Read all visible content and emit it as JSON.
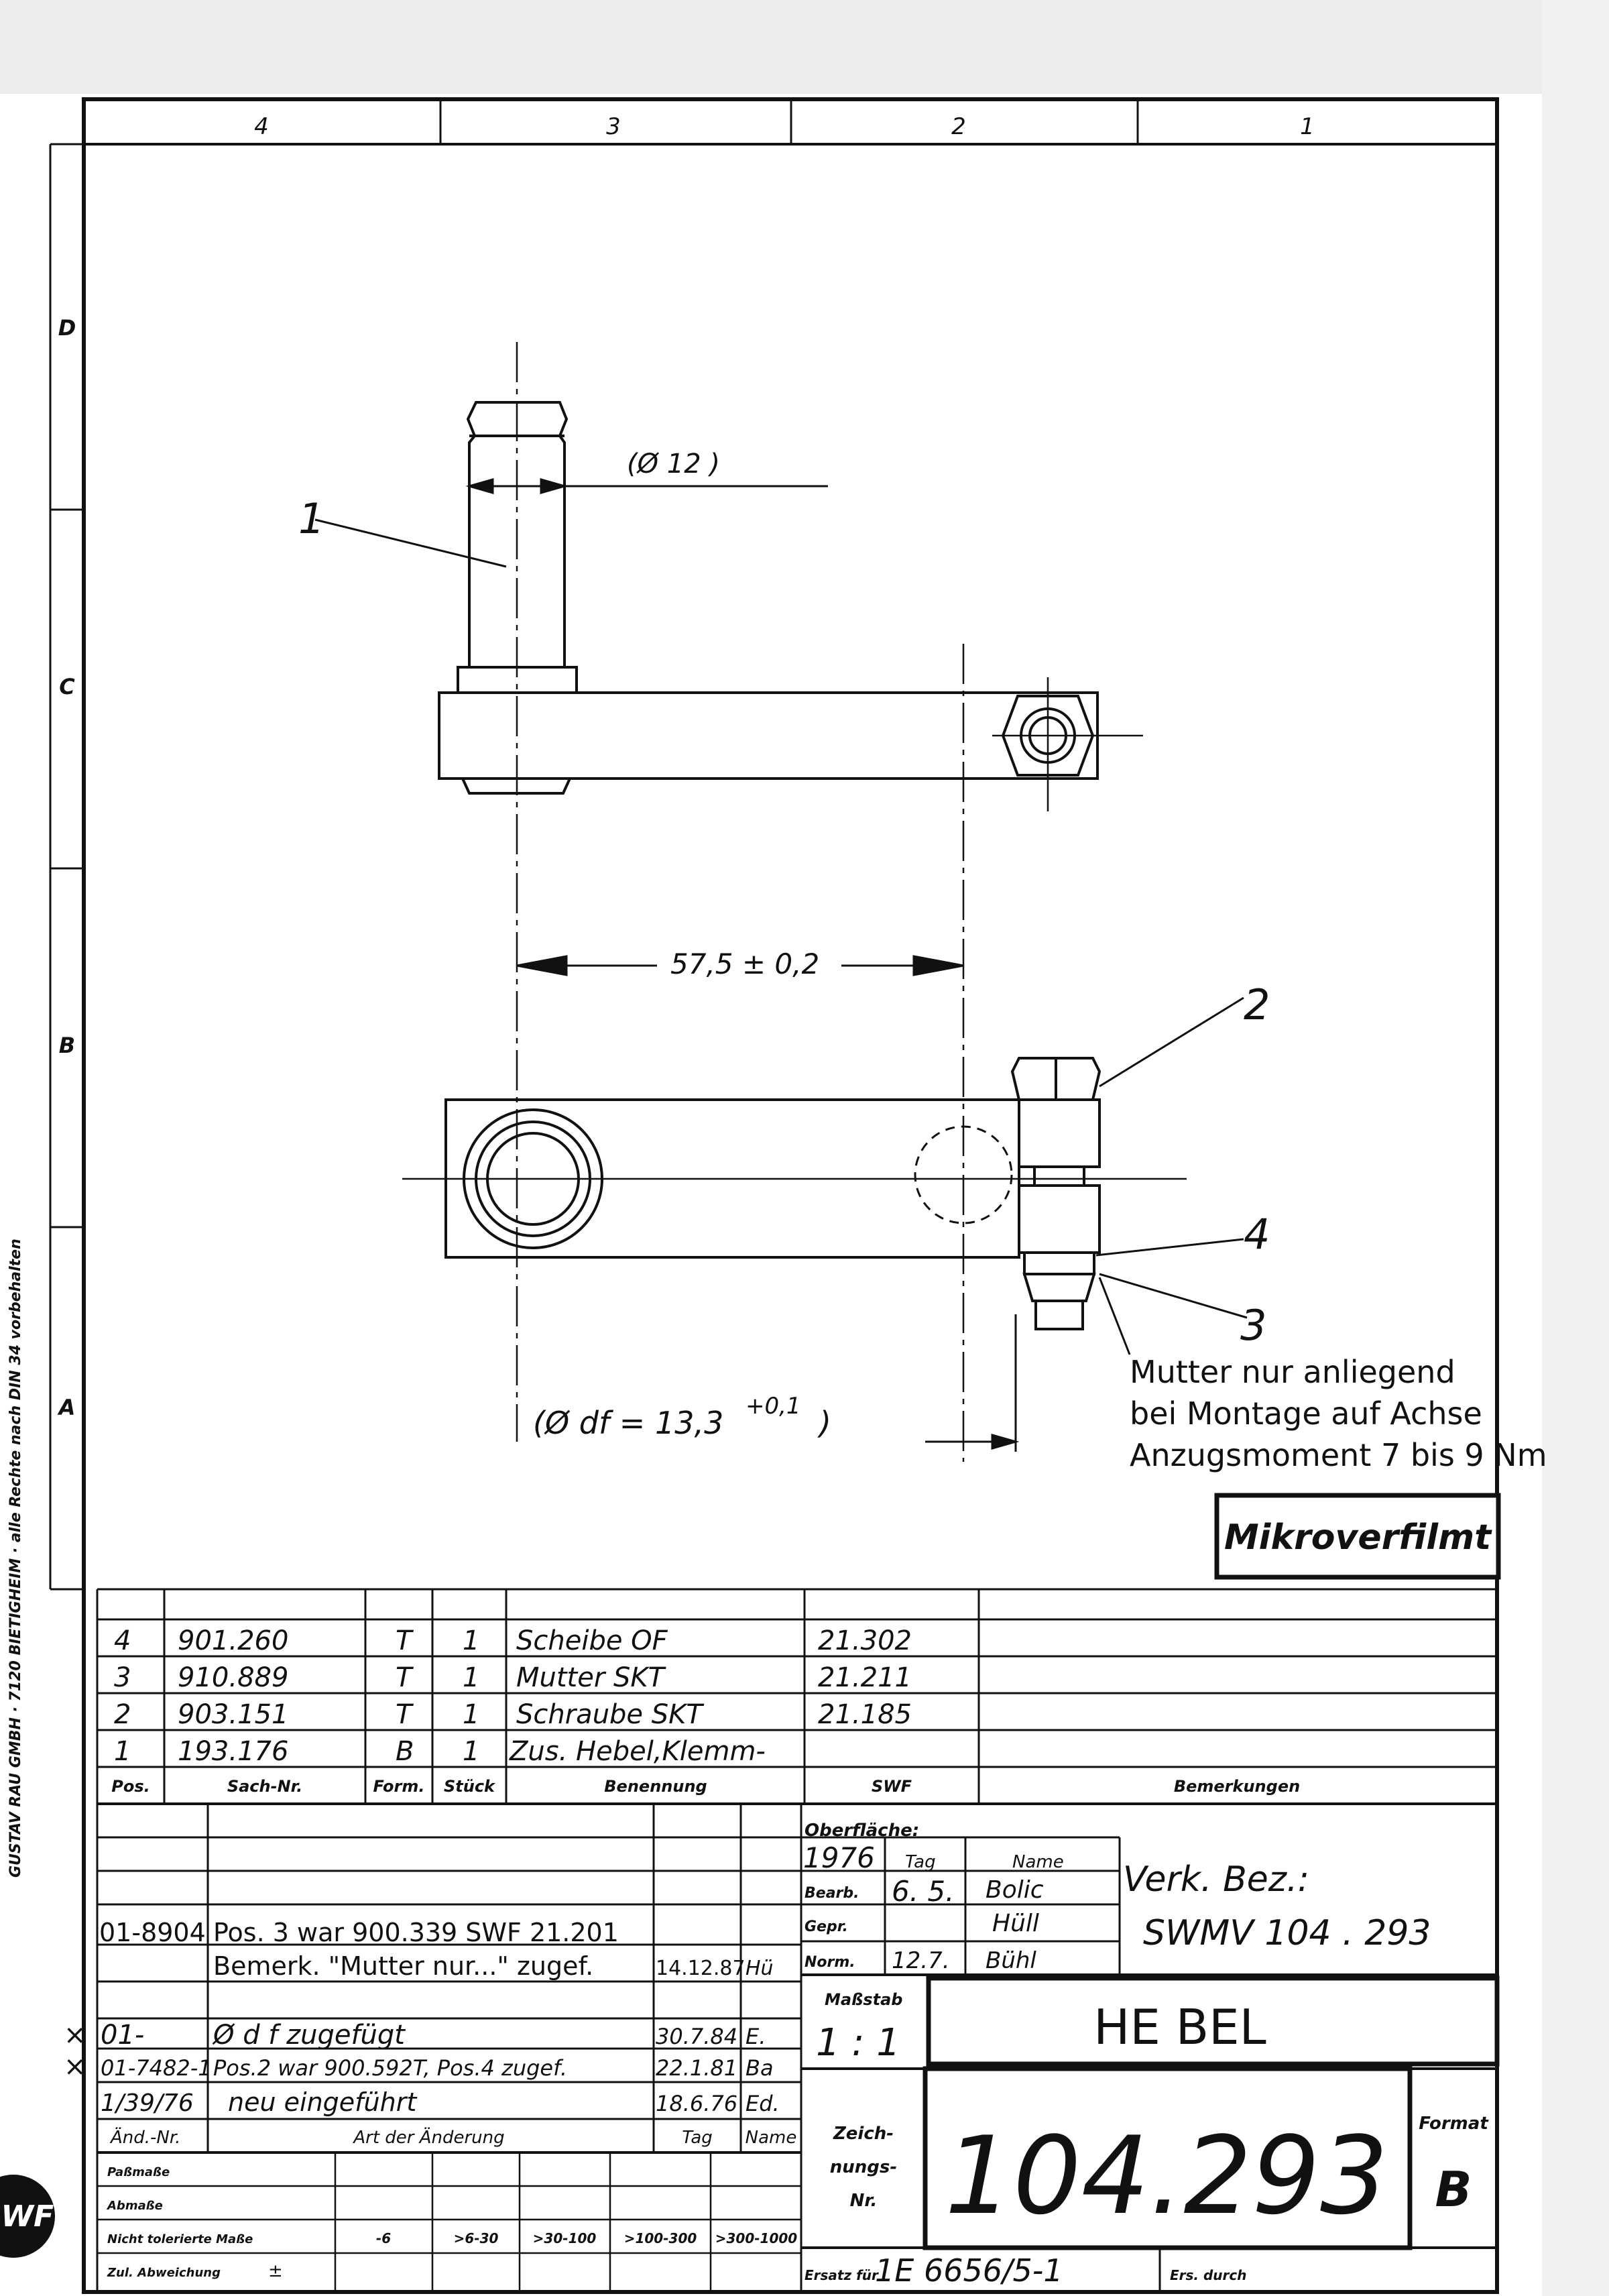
{
  "side_text": "GUSTAV RAU GMBH · 7120 BIETIGHEIM · alle Rechte nach DIN 34 vorbehalten",
  "grid": {
    "columns": [
      "4",
      "3",
      "2",
      "1"
    ],
    "rows": [
      "D",
      "C",
      "B",
      "A"
    ]
  },
  "drawing": {
    "dia_label": "(Ø 12 )",
    "dim_label": "57,5 ± 0,2",
    "df_label": "(Ø df = 13,3",
    "df_tol": "+0,1",
    "df_close": ")",
    "callouts": [
      "1",
      "2",
      "4",
      "3"
    ],
    "note_lines": [
      "Mutter nur anliegend",
      "bei Montage auf Achse",
      "Anzugsmoment 7 bis 9 Nm"
    ],
    "stamp": "Mikroverfilmt"
  },
  "parts_list": {
    "headers": [
      "Pos.",
      "Sach-Nr.",
      "Form.",
      "Stück",
      "Benennung",
      "SWF",
      "Bemerkungen"
    ],
    "rows": [
      {
        "pos": "4",
        "sach": "901.260",
        "form": "T",
        "stueck": "1",
        "benennung": "Scheibe OF",
        "swf": "21.302"
      },
      {
        "pos": "3",
        "sach": "910.889",
        "form": "T",
        "stueck": "1",
        "benennung": "Mutter SKT",
        "swf": "21.211"
      },
      {
        "pos": "2",
        "sach": "903.151",
        "form": "T",
        "stueck": "1",
        "benennung": "Schraube SKT",
        "swf": "21.185"
      },
      {
        "pos": "1",
        "sach": "193.176",
        "form": "B",
        "stueck": "1",
        "benennung": "Zus. Hebel,Klemm-",
        "swf": ""
      }
    ]
  },
  "changes": {
    "headers": [
      "Änd.-Nr.",
      "Art der Änderung",
      "Tag",
      "Name"
    ],
    "rows": [
      {
        "nr": "01-8904",
        "art": "Pos. 3 war 900.339 SWF 21.201",
        "tag": "",
        "name": ""
      },
      {
        "nr": "",
        "art": "Bemerk. \"Mutter nur...\" zugef.",
        "tag": "14.12.87",
        "name": "Hü"
      },
      {
        "nr": "01-",
        "art": "Ø d f  zugefügt",
        "tag": "30.7.84",
        "name": "E."
      },
      {
        "nr": "01-7482-1",
        "art": "Pos.2 war 900.592T, Pos.4 zugef.",
        "tag": "22.1.81",
        "name": "Ba"
      },
      {
        "nr": "1/39/76",
        "art": "neu eingeführt",
        "tag": "18.6.76",
        "name": "Ed."
      }
    ]
  },
  "surface": {
    "label": "Oberfläche:",
    "year": "1976",
    "tag_label": "Tag",
    "name_label": "Name",
    "rows": [
      {
        "label": "Bearb.",
        "tag": "6. 5.",
        "name": "Bolic"
      },
      {
        "label": "Gepr.",
        "tag": "",
        "name": "Hüll"
      },
      {
        "label": "Norm.",
        "tag": "12.7.",
        "name": "Bühl"
      }
    ]
  },
  "verk": {
    "label": "Verk. Bez.:",
    "value": "SWMV 104 . 293"
  },
  "massstab": {
    "label": "Maßstab",
    "value": "1 : 1"
  },
  "title": "HE BEL",
  "zeichnung": {
    "label": "Zeich-\nnungs-\nNr.",
    "label_lines": [
      "Zeich-",
      "nungs-",
      "Nr."
    ],
    "number": "104.293"
  },
  "format": {
    "label": "Format",
    "value": "B"
  },
  "ersatz": {
    "label": "Ersatz für",
    "value": "1E 6656/5-1",
    "ers_durch": "Ers. durch"
  },
  "tolerance": {
    "rows": [
      "Paßmaße",
      "Abmaße",
      "Nicht tolerierte Maße",
      "Zul. Abweichung"
    ],
    "pm": "±",
    "ranges": [
      "-6",
      ">6-30",
      ">30-100",
      ">100-300",
      ">300-1000"
    ]
  },
  "logo": "SWF"
}
